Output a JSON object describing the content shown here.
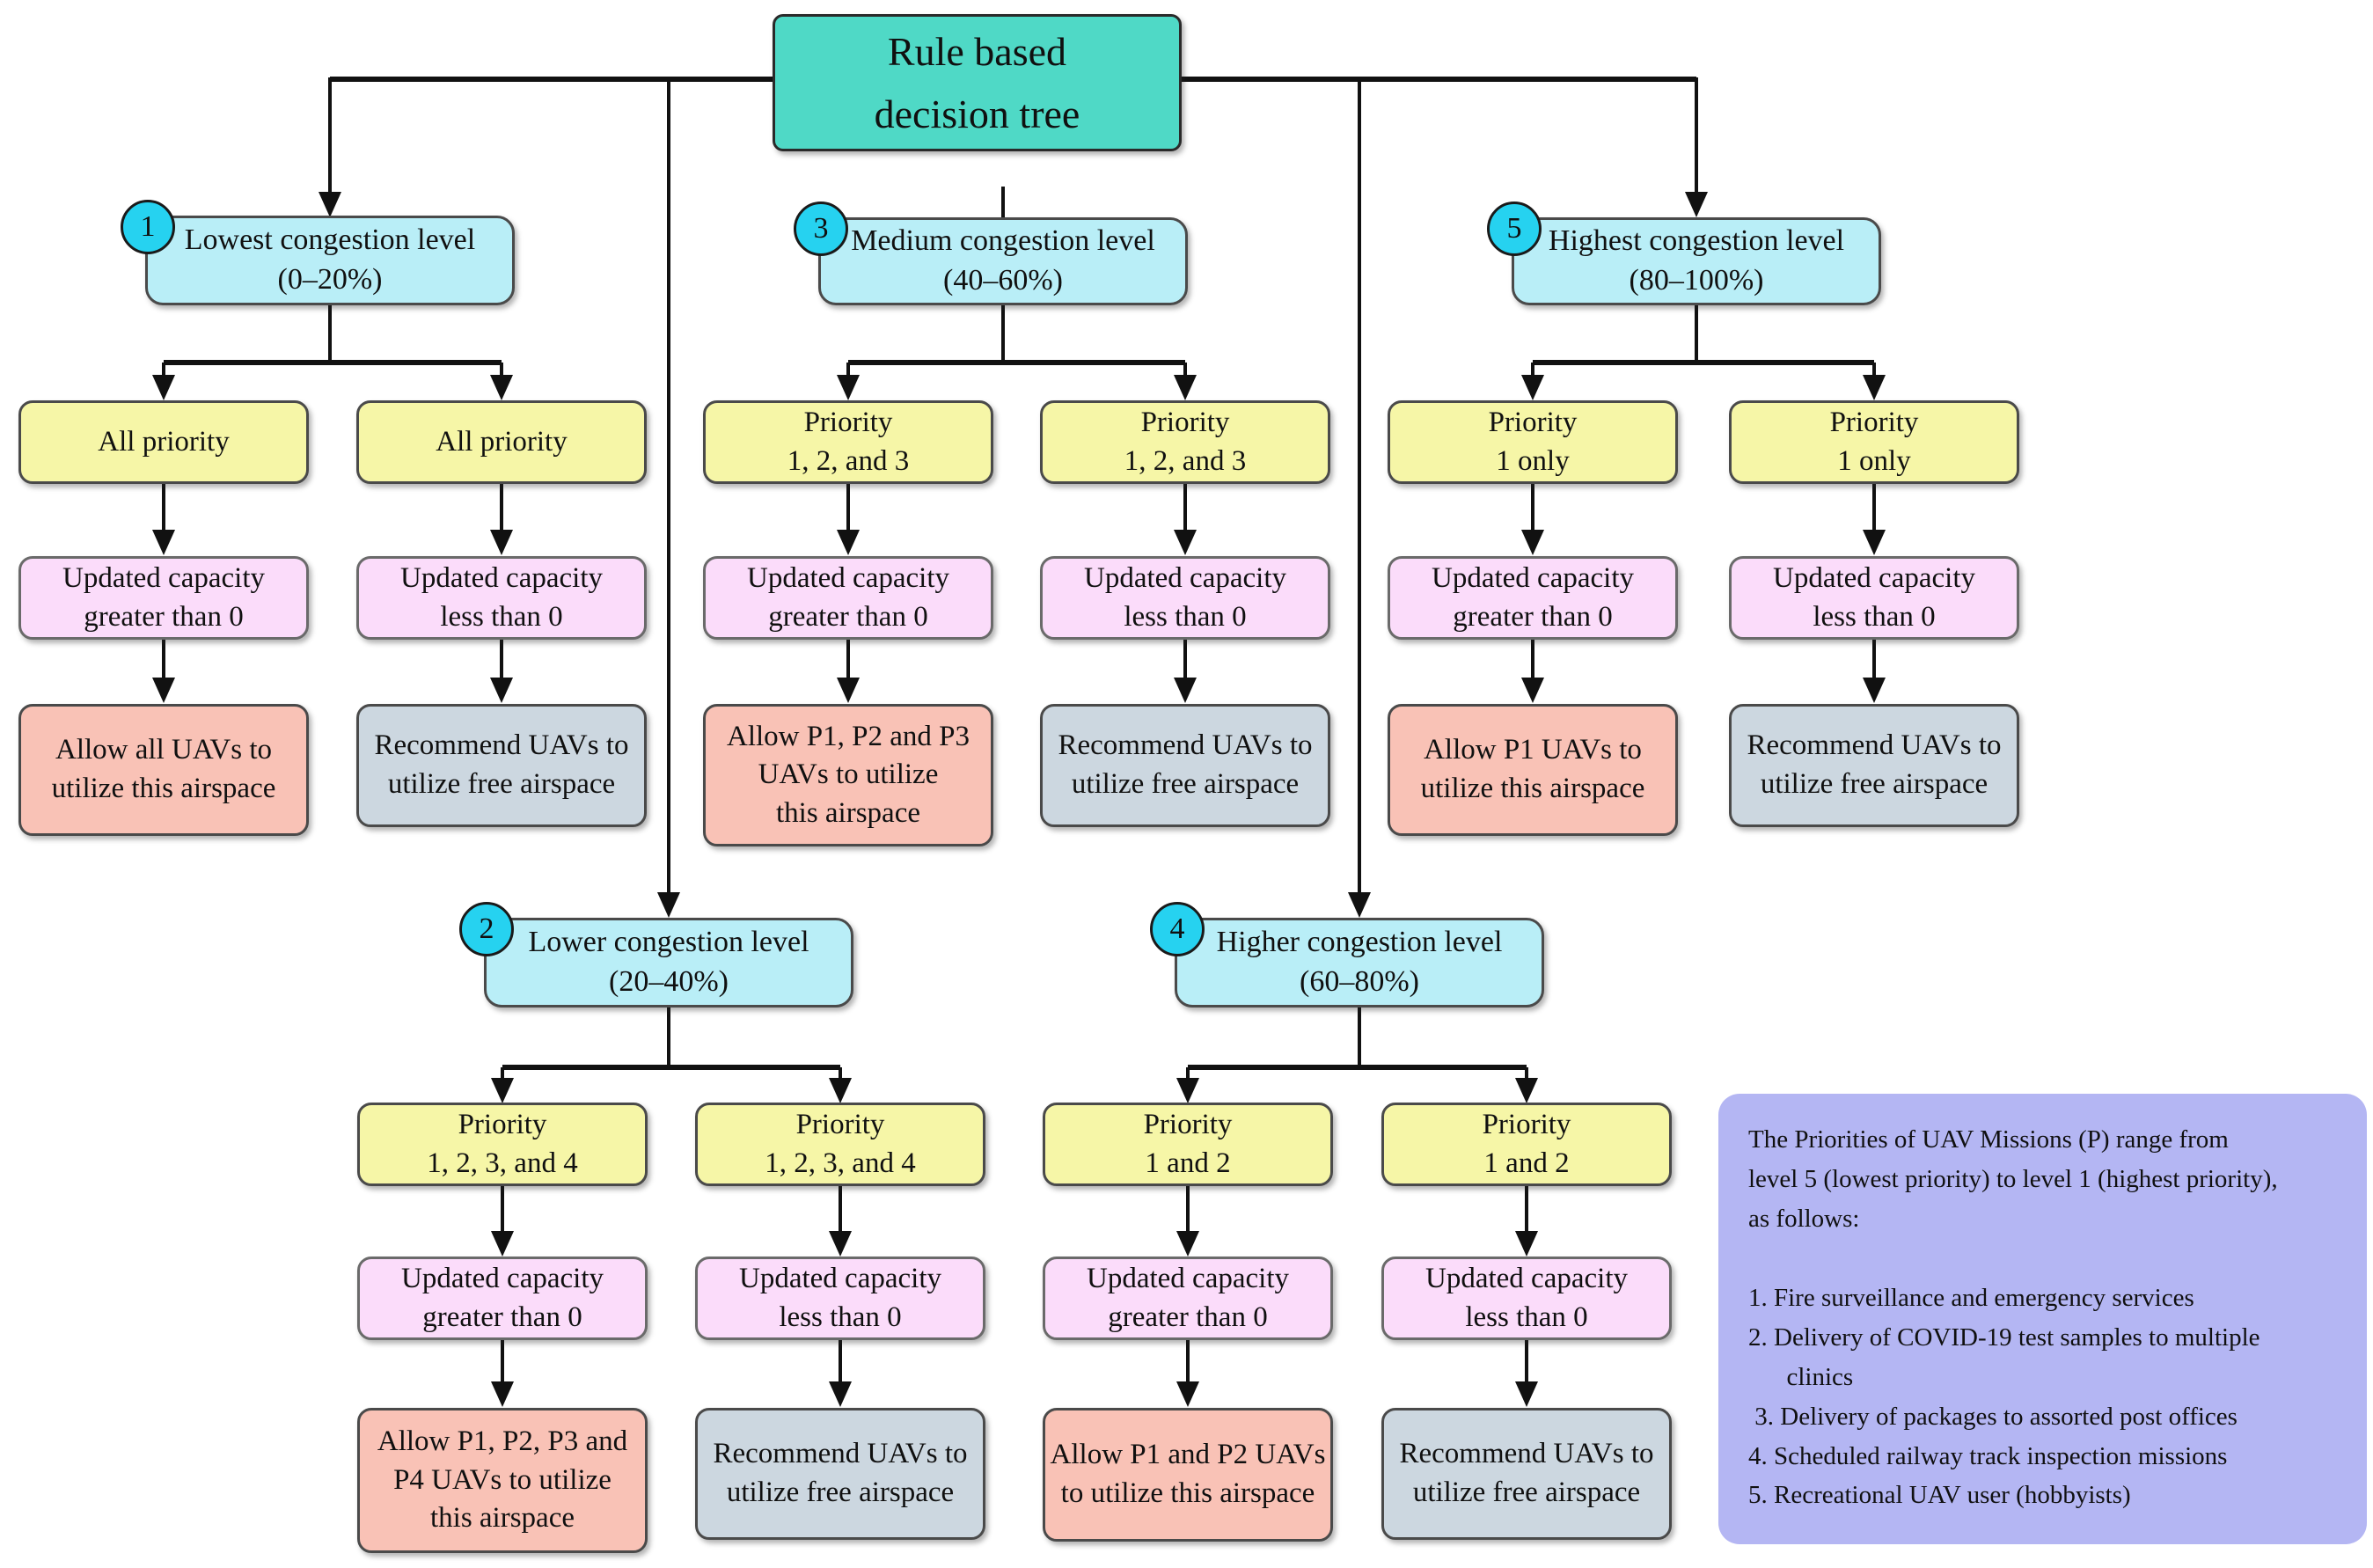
{
  "colors": {
    "root_box": "#4fd9c6",
    "congestion_box": "#b9eef7",
    "number_badge": "#26d2f0",
    "priority_box": "#f6f6a7",
    "condition_box": "#fbdcfa",
    "allow_box": "#f9c2b6",
    "recommend_box": "#ccd7e0",
    "legend_box": "#b4b6f3",
    "connector": "#111111"
  },
  "root": "Rule based\ndecision tree",
  "branches": [
    {
      "number": "1",
      "header": "Lowest congestion level\n(0–20%)",
      "left": {
        "priority": "All priority",
        "condition": "Updated capacity\ngreater than 0",
        "result": "Allow all UAVs to\nutilize this airspace"
      },
      "right": {
        "priority": "All priority",
        "condition": "Updated capacity\nless than 0",
        "result": "Recommend UAVs to\nutilize free airspace"
      }
    },
    {
      "number": "2",
      "header": "Lower congestion level\n(20–40%)",
      "left": {
        "priority": "Priority\n1, 2, 3, and 4",
        "condition": "Updated capacity\ngreater than 0",
        "result": "Allow P1, P2, P3 and\nP4 UAVs to utilize\nthis airspace"
      },
      "right": {
        "priority": "Priority\n1, 2, 3, and 4",
        "condition": "Updated capacity\nless than 0",
        "result": "Recommend UAVs to\nutilize free airspace"
      }
    },
    {
      "number": "3",
      "header": "Medium congestion level\n(40–60%)",
      "left": {
        "priority": "Priority\n1, 2, and 3",
        "condition": "Updated capacity\ngreater than 0",
        "result": "Allow P1, P2 and P3\nUAVs to utilize\nthis airspace"
      },
      "right": {
        "priority": "Priority\n1, 2, and 3",
        "condition": "Updated capacity\nless than 0",
        "result": "Recommend UAVs to\nutilize free airspace"
      }
    },
    {
      "number": "4",
      "header": "Higher congestion level\n(60–80%)",
      "left": {
        "priority": "Priority\n1 and 2",
        "condition": "Updated capacity\ngreater than 0",
        "result": "Allow P1 and P2 UAVs\nto utilize this airspace"
      },
      "right": {
        "priority": "Priority\n1 and 2",
        "condition": "Updated capacity\nless than 0",
        "result": "Recommend UAVs to\nutilize free airspace"
      }
    },
    {
      "number": "5",
      "header": "Highest congestion level\n(80–100%)",
      "left": {
        "priority": "Priority\n1 only",
        "condition": "Updated capacity\ngreater than 0",
        "result": "Allow P1 UAVs to\nutilize this airspace"
      },
      "right": {
        "priority": "Priority\n1 only",
        "condition": "Updated capacity\nless than 0",
        "result": "Recommend UAVs to\nutilize free airspace"
      }
    }
  ],
  "legend": "The Priorities of UAV Missions (P) range from\nlevel 5 (lowest priority) to level 1 (highest priority),\nas follows:\n\n1. Fire surveillance and emergency services\n2. Delivery of COVID-19 test samples to multiple\n      clinics\n 3. Delivery of packages to assorted post offices\n4. Scheduled railway track inspection missions\n5. Recreational UAV user (hobbyists)"
}
